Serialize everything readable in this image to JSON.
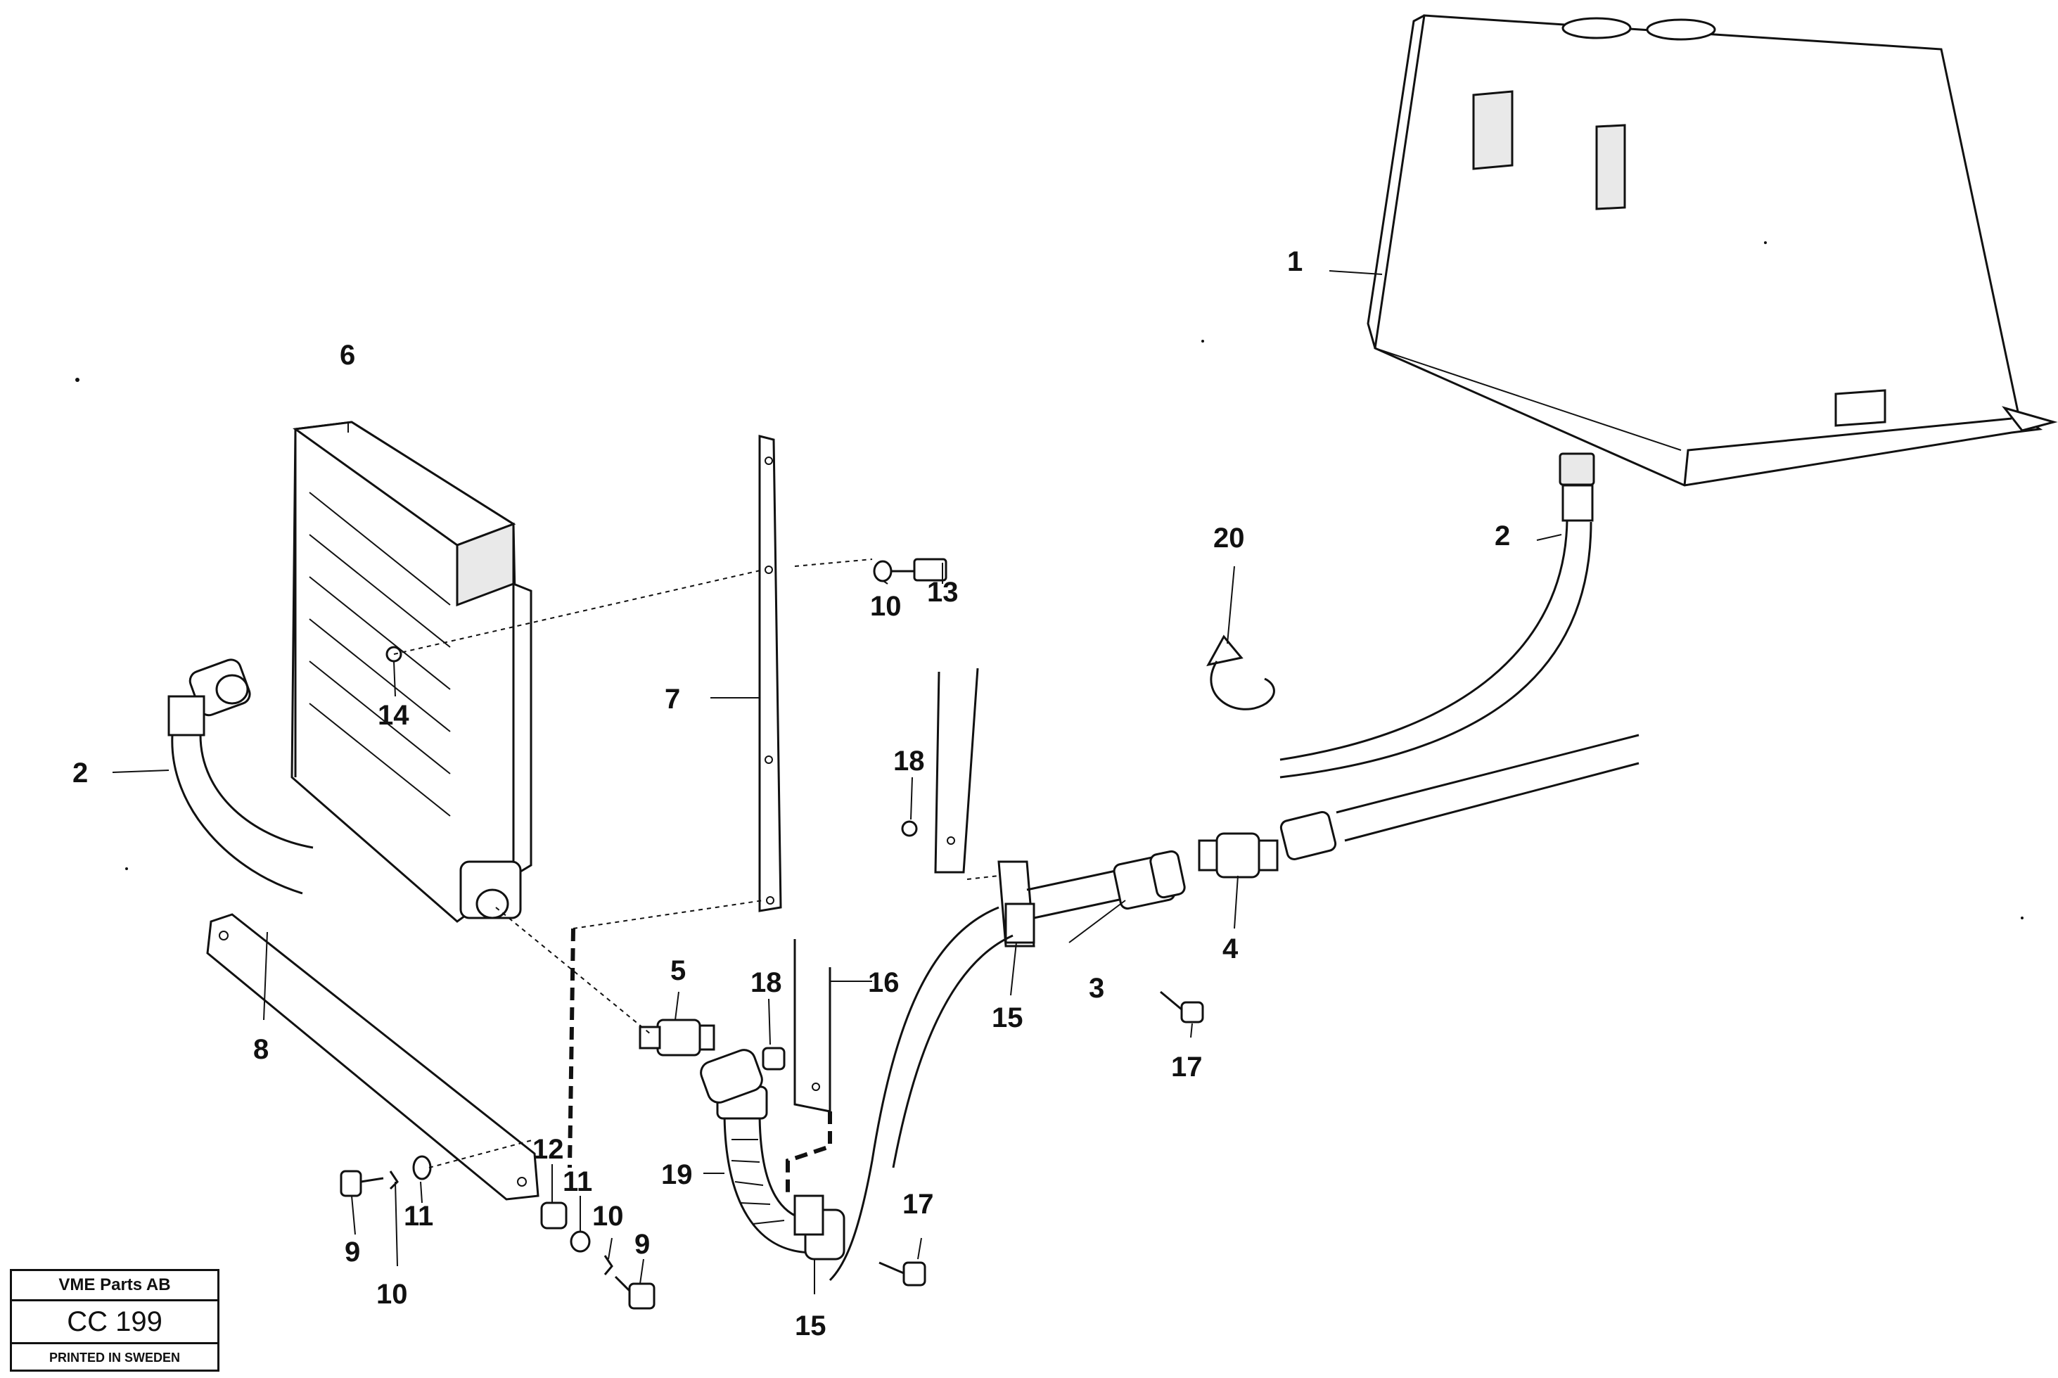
{
  "title_block": {
    "company": "VME Parts AB",
    "code": "CC 199",
    "printed": "PRINTED IN SWEDEN"
  },
  "callouts": [
    {
      "id": "c1",
      "number": "1"
    },
    {
      "id": "c2a",
      "number": "2"
    },
    {
      "id": "c2b",
      "number": "2"
    },
    {
      "id": "c3",
      "number": "3"
    },
    {
      "id": "c4",
      "number": "4"
    },
    {
      "id": "c5",
      "number": "5"
    },
    {
      "id": "c6",
      "number": "6"
    },
    {
      "id": "c7",
      "number": "7"
    },
    {
      "id": "c8",
      "number": "8"
    },
    {
      "id": "c9a",
      "number": "9"
    },
    {
      "id": "c9b",
      "number": "9"
    },
    {
      "id": "c10a",
      "number": "10"
    },
    {
      "id": "c10b",
      "number": "10"
    },
    {
      "id": "c10c",
      "number": "10"
    },
    {
      "id": "c11a",
      "number": "11"
    },
    {
      "id": "c11b",
      "number": "11"
    },
    {
      "id": "c12",
      "number": "12"
    },
    {
      "id": "c13",
      "number": "13"
    },
    {
      "id": "c14",
      "number": "14"
    },
    {
      "id": "c15a",
      "number": "15"
    },
    {
      "id": "c15b",
      "number": "15"
    },
    {
      "id": "c16",
      "number": "16"
    },
    {
      "id": "c17a",
      "number": "17"
    },
    {
      "id": "c17b",
      "number": "17"
    },
    {
      "id": "c18a",
      "number": "18"
    },
    {
      "id": "c18b",
      "number": "18"
    },
    {
      "id": "c19",
      "number": "19"
    },
    {
      "id": "c20",
      "number": "20"
    }
  ]
}
